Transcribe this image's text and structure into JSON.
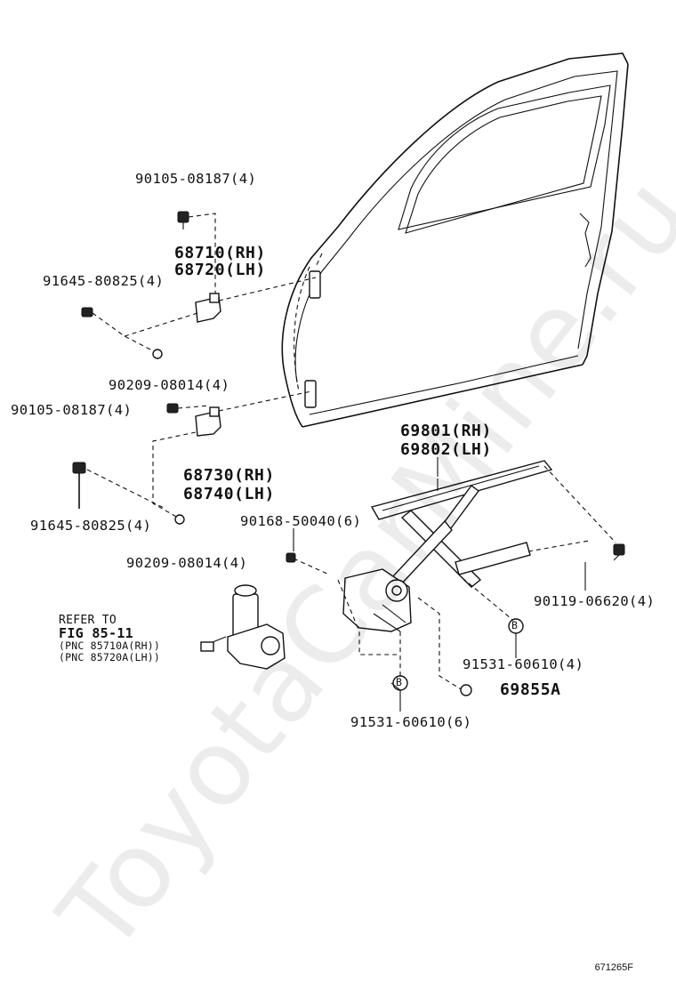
{
  "labels": {
    "bolt_upper_hinge": "90105-08187(4)",
    "hinge_upper_rh": "68710(RH)",
    "hinge_upper_lh": "68720(LH)",
    "bolt_upper_body": "91645-80825(4)",
    "nut_upper": "90209-08014(4)",
    "bolt_lower_hinge": "90105-08187(4)",
    "hinge_lower_rh": "68730(RH)",
    "hinge_lower_lh": "68740(LH)",
    "bolt_lower_body": "91645-80825(4)",
    "nut_lower": "90209-08014(4)",
    "regulator_rh": "69801(RH)",
    "regulator_lh": "69802(LH)",
    "bolt_regulator": "90168-50040(6)",
    "bolt_rear": "90119-06620(4)",
    "bolt_b_right": "91531-60610(4)",
    "grommet": "69855A",
    "bolt_b_bottom": "91531-60610(6)",
    "marker_b": "B"
  },
  "reference": {
    "line1": "REFER TO",
    "line2": "FIG 85-11",
    "line3": "(PNC 85710A(RH))",
    "line4": "(PNC 85720A(LH))"
  },
  "watermark": "ToyotaCarMine.ru",
  "figure_code": "671265F"
}
